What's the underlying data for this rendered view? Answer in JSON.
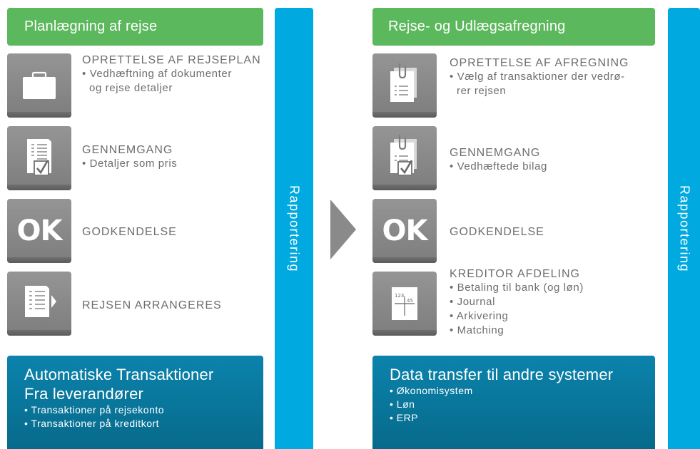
{
  "left": {
    "header": "Planlægning af rejse",
    "steps": [
      {
        "title": "OPRETTELSE AF REJSEPLAN",
        "bullets": [
          "• Vedhæftning af dokumenter",
          "og rejse detaljer"
        ],
        "icon": "briefcase-icon"
      },
      {
        "title": "GENNEMGANG",
        "bullets": [
          "• Detaljer som pris"
        ],
        "icon": "checklist-document-icon"
      },
      {
        "title": "GODKENDELSE",
        "icon_text": "OK"
      },
      {
        "title": "REJSEN ARRANGERES",
        "icon": "document-arrow-icon"
      }
    ],
    "bottom": {
      "title_line1": "Automatiske Transaktioner",
      "title_line2": "Fra leverandører",
      "items": [
        "• Transaktioner på rejsekonto",
        "• Transaktioner på kreditkort"
      ]
    },
    "side_label": "Rapportering"
  },
  "right": {
    "header": "Rejse- og Udlægsafregning",
    "steps": [
      {
        "title": "OPRETTELSE AF AFREGNING",
        "bullets": [
          "• Vælg af transaktioner der vedrø-",
          "rer rejsen"
        ],
        "icon": "clipped-document-icon"
      },
      {
        "title": "GENNEMGANG",
        "bullets": [
          "• Vedhæftede bilag"
        ],
        "icon": "clipped-checklist-icon"
      },
      {
        "title": "GODKENDELSE",
        "icon_text": "OK"
      },
      {
        "title": "KREDITOR AFDELING",
        "bullets": [
          "• Betaling til bank (og løn)",
          "• Journal",
          "• Arkivering",
          "• Matching"
        ],
        "icon": "ledger-icon",
        "ledger_top": "123",
        "ledger_bottom": "45"
      }
    ],
    "bottom": {
      "title": "Data transfer til andre systemer",
      "items": [
        "• Økonomisystem",
        "• Løn",
        "• ERP"
      ]
    },
    "side_label": "Rapportering"
  },
  "colors": {
    "header_green": "#5cb85c",
    "side_bar_blue": "#00a9e0",
    "bottom_teal": "#0b83ac",
    "icon_gray": "#8a8a8a",
    "arrow_gray": "#8a8a8a",
    "text_gray": "#6d6e70"
  }
}
